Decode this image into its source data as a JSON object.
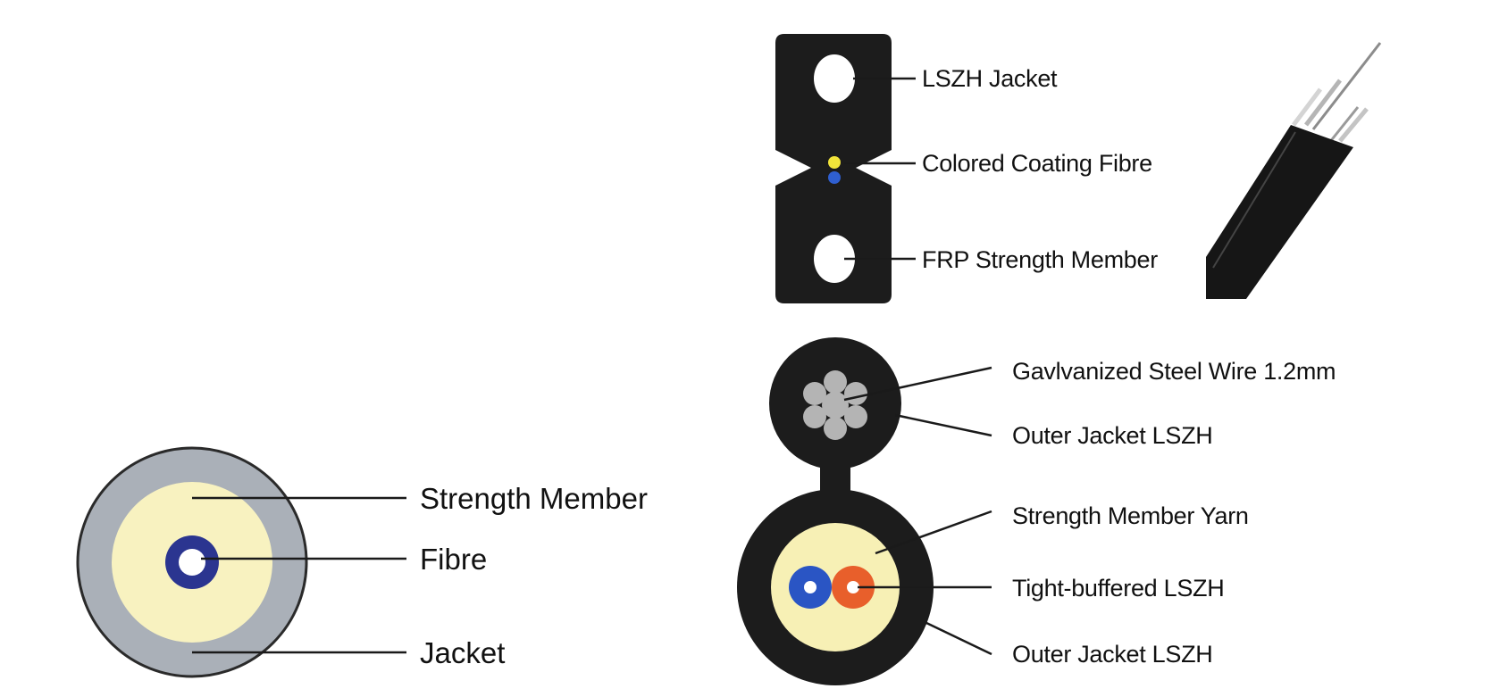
{
  "flat_drop_cable": {
    "labels": {
      "jacket": "LSZH Jacket",
      "fibre": "Colored Coating Fibre",
      "strength_member": "FRP Strength Member"
    },
    "colors": {
      "jacket": "#1c1c1c",
      "fibre_yellow": "#f2e43a",
      "fibre_blue": "#2f5fd0"
    }
  },
  "self_supporting_cable": {
    "labels": {
      "steel_wire": "Gavlvanized Steel Wire 1.2mm",
      "messenger_jacket": "Outer Jacket LSZH",
      "yarn": "Strength Member Yarn",
      "tight_buffer": "Tight-buffered LSZH",
      "outer_jacket": "Outer Jacket LSZH"
    },
    "colors": {
      "jacket": "#1c1c1c",
      "yarn": "#f7f0b5",
      "wire": "#b4b4b4",
      "fibre_blue": "#2a55c4",
      "fibre_orange": "#e85f2b"
    }
  },
  "round_cable": {
    "labels": {
      "strength_member": "Strength Member",
      "fibre": "Fibre",
      "jacket": "Jacket"
    },
    "colors": {
      "jacket": "#aab0b8",
      "strength_member": "#f8f2c0",
      "fibre": "#2b3590"
    }
  }
}
